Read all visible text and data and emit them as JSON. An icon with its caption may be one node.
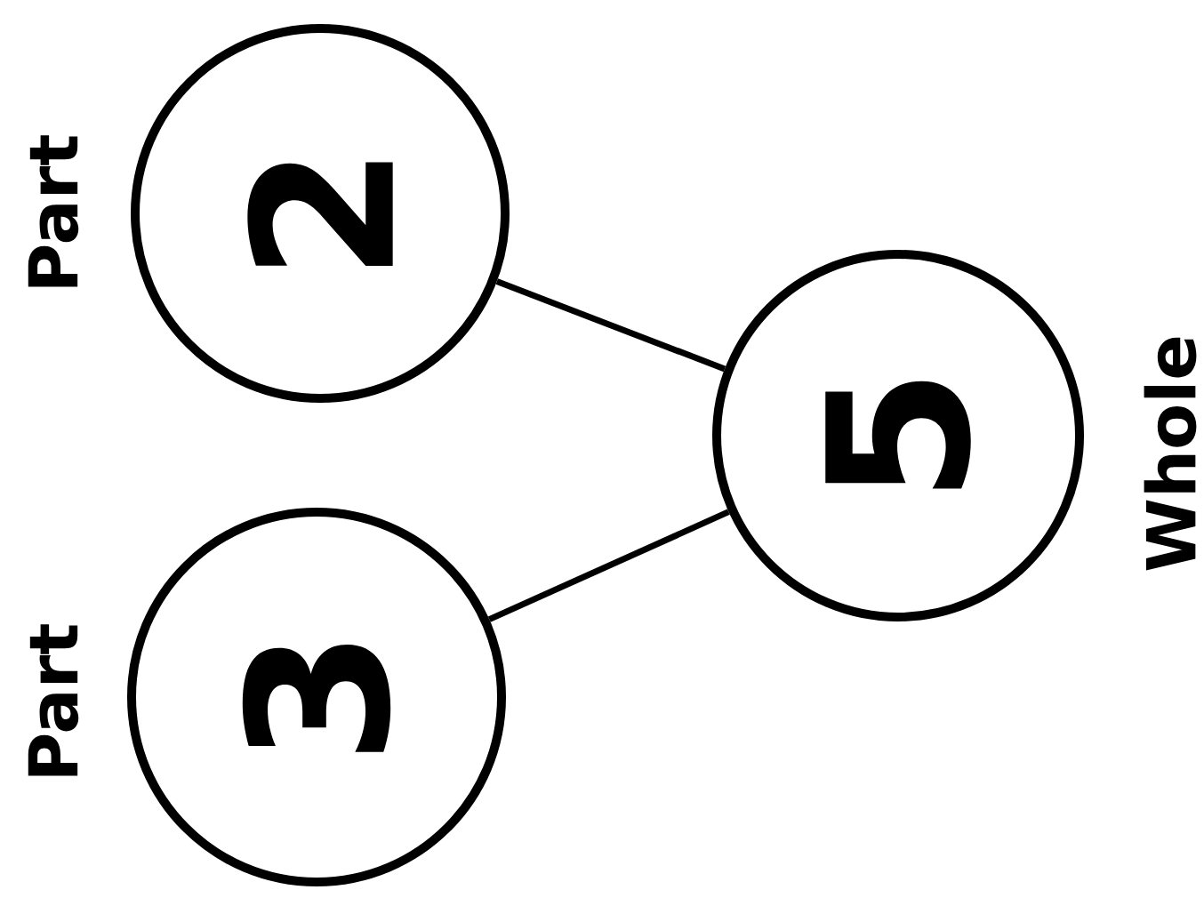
{
  "diagram": {
    "nodes": [
      {
        "text": [
          "2"
        ],
        "beside": [
          "Part"
        ]
      },
      {
        "text": [
          "3"
        ],
        "beside": [
          "Part"
        ]
      },
      {
        "text": [
          "5"
        ],
        "beside": [
          "Whole"
        ]
      }
    ],
    "edges": [
      {
        "from": 0,
        "to": 2,
        "arrow": "none"
      },
      {
        "from": 1,
        "to": 2,
        "arrow": "none"
      }
    ]
  }
}
